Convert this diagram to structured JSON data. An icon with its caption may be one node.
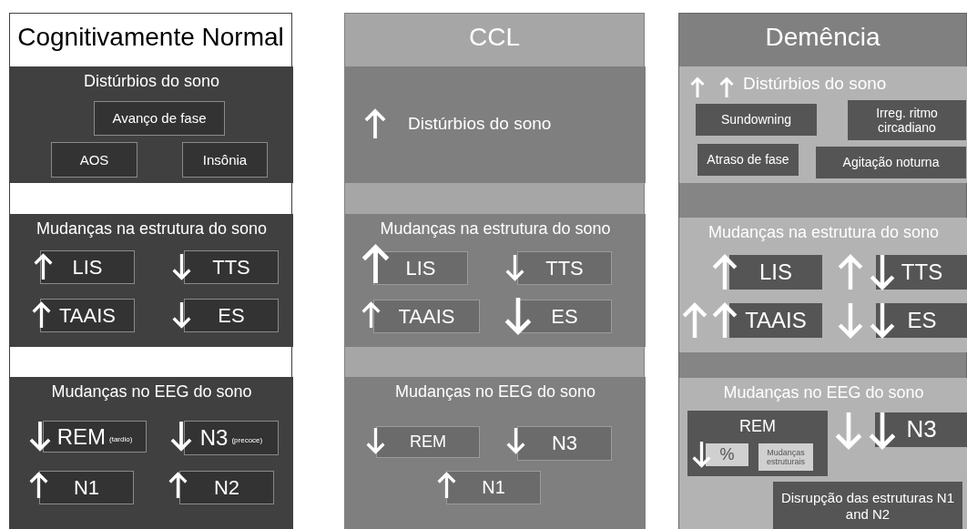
{
  "diagram": {
    "nodes": [
      {
        "text": [
          "Cognitivamente Normal"
        ]
      },
      {
        "text": [
          "Distúrbios do sono"
        ],
        "in": 0
      },
      {
        "text": [
          "Avanço de fase"
        ],
        "in": 1
      },
      {
        "text": [
          "AOS"
        ],
        "in": 1
      },
      {
        "text": [
          "Insônia"
        ],
        "in": 1
      },
      {
        "text": [
          "Mudanças na estrutura do sono"
        ],
        "in": 0
      },
      {
        "text": [
          "LIS"
        ],
        "in": 5
      },
      {
        "text": [
          "TTS"
        ],
        "in": 5
      },
      {
        "text": [
          "TAAIS"
        ],
        "in": 5
      },
      {
        "text": [
          "ES"
        ],
        "in": 5
      },
      {
        "text": [
          "Mudanças no EEG do sono"
        ],
        "in": 0
      },
      {
        "text": [
          "REM",
          "(tardio)"
        ],
        "in": 10
      },
      {
        "text": [
          "N3",
          "(precoce)"
        ],
        "in": 10
      },
      {
        "text": [
          "N1"
        ],
        "in": 10
      },
      {
        "text": [
          "N2"
        ],
        "in": 10
      },
      {
        "text": [
          "CCL"
        ]
      },
      {
        "text": [
          "Distúrbios do sono"
        ],
        "in": 15
      },
      {
        "text": [
          "Mudanças na estrutura do sono"
        ],
        "in": 15
      },
      {
        "text": [
          "LIS"
        ],
        "in": 17
      },
      {
        "text": [
          "TTS"
        ],
        "in": 17
      },
      {
        "text": [
          "TAAIS"
        ],
        "in": 17
      },
      {
        "text": [
          "ES"
        ],
        "in": 17
      },
      {
        "text": [
          "Mudanças no EEG do sono"
        ],
        "in": 15
      },
      {
        "text": [
          "REM"
        ],
        "in": 22
      },
      {
        "text": [
          "N3"
        ],
        "in": 22
      },
      {
        "text": [
          "N1"
        ],
        "in": 22
      },
      {
        "text": [
          "Demência"
        ]
      },
      {
        "text": [
          "Distúrbios do sono"
        ],
        "in": 26
      },
      {
        "text": [
          "Sundowning"
        ],
        "in": 27
      },
      {
        "text": [
          "Irreg. ritmo circadiano"
        ],
        "in": 27
      },
      {
        "text": [
          "Atraso de fase"
        ],
        "in": 27
      },
      {
        "text": [
          "Agitação noturna"
        ],
        "in": 27
      },
      {
        "text": [
          "Mudanças na estrutura do sono"
        ],
        "in": 26
      },
      {
        "text": [
          "LIS"
        ],
        "in": 32
      },
      {
        "text": [
          "TTS"
        ],
        "in": 32
      },
      {
        "text": [
          "TAAIS"
        ],
        "in": 32
      },
      {
        "text": [
          "ES"
        ],
        "in": 32
      },
      {
        "text": [
          "Mudanças no EEG do sono"
        ],
        "in": 26
      },
      {
        "text": [
          "REM"
        ],
        "in": 37
      },
      {
        "text": [
          "%"
        ],
        "in": 38
      },
      {
        "text": [
          "Mudanças estruturais"
        ],
        "in": 38
      },
      {
        "text": [
          "N3"
        ],
        "in": 37
      },
      {
        "text": [
          "Disrupção das estruturas N1 and N2"
        ],
        "in": 37
      }
    ]
  }
}
